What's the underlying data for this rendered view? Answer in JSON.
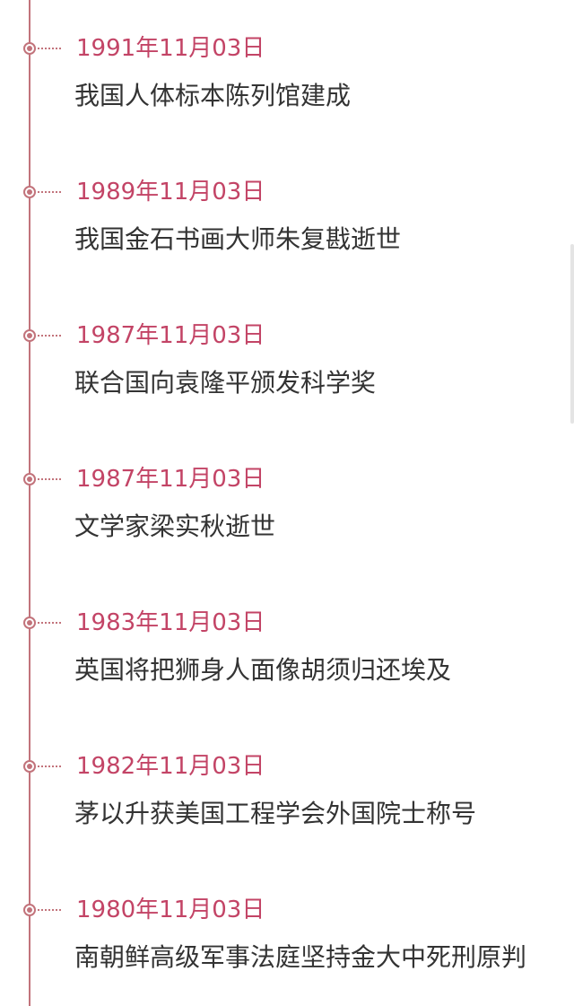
{
  "colors": {
    "accent": "#c34466",
    "timeline": "#c2737b",
    "text": "#333333",
    "background": "#ffffff"
  },
  "timeline": {
    "events": [
      {
        "date": "1991年11月03日",
        "title": "我国人体标本陈列馆建成"
      },
      {
        "date": "1989年11月03日",
        "title": "我国金石书画大师朱复戡逝世"
      },
      {
        "date": "1987年11月03日",
        "title": "联合国向袁隆平颁发科学奖"
      },
      {
        "date": "1987年11月03日",
        "title": "文学家梁实秋逝世"
      },
      {
        "date": "1983年11月03日",
        "title": "英国将把狮身人面像胡须归还埃及"
      },
      {
        "date": "1982年11月03日",
        "title": "茅以升获美国工程学会外国院士称号"
      },
      {
        "date": "1980年11月03日",
        "title": "南朝鲜高级军事法庭坚持金大中死刑原判"
      }
    ]
  }
}
